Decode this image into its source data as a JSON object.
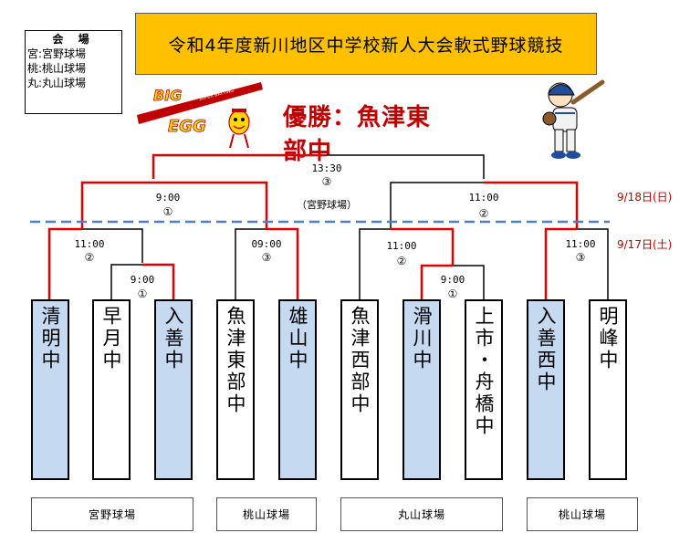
{
  "legend": {
    "title": "会 場",
    "items": [
      "宮:宮野球場",
      "桃:桃山球場",
      "丸:丸山球場"
    ]
  },
  "title": "令和4年度新川地区中学校新人大会軟式野球競技",
  "logo": {
    "line1": "BIG",
    "line2": "SUPER BATTING",
    "line3": "EGG"
  },
  "champion": "優勝：魚津東部中",
  "dates": {
    "day2": "9/18日(日)",
    "day1": "9/17日(土)"
  },
  "final": {
    "time": "13:30",
    "num": "③",
    "venue": "（宮野球場）"
  },
  "semis": [
    {
      "time": "9:00",
      "num": "①"
    },
    {
      "time": "11:00",
      "num": "②"
    }
  ],
  "round2": [
    {
      "time": "11:00",
      "num": "②"
    },
    {
      "time": "09:00",
      "num": "③"
    },
    {
      "time": "11:00",
      "num": "②"
    },
    {
      "time": "11:00",
      "num": "③"
    }
  ],
  "round1": [
    {
      "time": "9:00",
      "num": "①"
    },
    {
      "time": "9:00",
      "num": "①"
    }
  ],
  "teams": [
    {
      "name": "清明中",
      "winner": true
    },
    {
      "name": "早月中",
      "winner": false
    },
    {
      "name": "入善中",
      "winner": true
    },
    {
      "name": "魚津東部中",
      "winner": false
    },
    {
      "name": "雄山中",
      "winner": true
    },
    {
      "name": "魚津西部中",
      "winner": false
    },
    {
      "name": "滑川中",
      "winner": true
    },
    {
      "name": "上市・舟橋中",
      "winner": false
    },
    {
      "name": "入善西中",
      "winner": true
    },
    {
      "name": "明峰中",
      "winner": false
    }
  ],
  "venues": [
    "宮野球場",
    "桃山球場",
    "丸山球場",
    "桃山球場"
  ],
  "colors": {
    "winPath": "#e00000",
    "losePath": "#000000",
    "winnerFill": "#c5d9f1",
    "banner": "#ffc000",
    "divider": "#4f81bd"
  }
}
